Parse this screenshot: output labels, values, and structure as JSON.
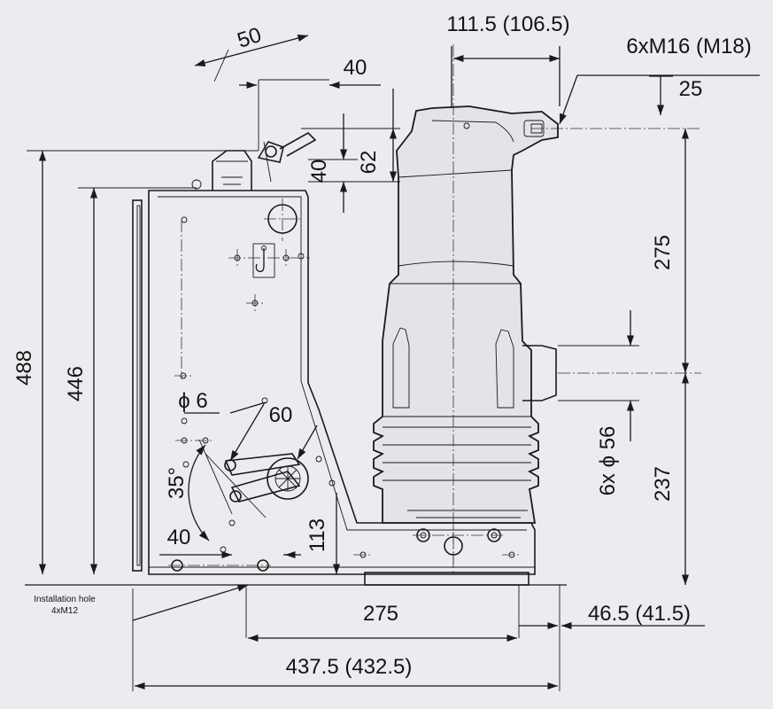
{
  "drawing": {
    "dimensions": {
      "top_width": "111.5 (106.5)",
      "thread": "6xM16 (M18)",
      "depth_25": "25",
      "d50": "50",
      "d40_top": "40",
      "d62": "62",
      "d40_vertical": "40",
      "d275_right": "275",
      "d488": "488",
      "d446": "446",
      "phi6": "ϕ 6",
      "d60": "60",
      "d35deg": "35°",
      "d6phi56": "6x ϕ 56",
      "d237": "237",
      "d40_bottom": "40",
      "d113": "113",
      "d275_bottom": "275",
      "d46_5": "46.5 (41.5)",
      "d437_5": "437.5 (432.5)"
    },
    "installation_note": {
      "line1": "Installation hole",
      "line2": "4xM12"
    }
  },
  "colors": {
    "background": "#ececf0",
    "line": "#1a1a1a"
  }
}
